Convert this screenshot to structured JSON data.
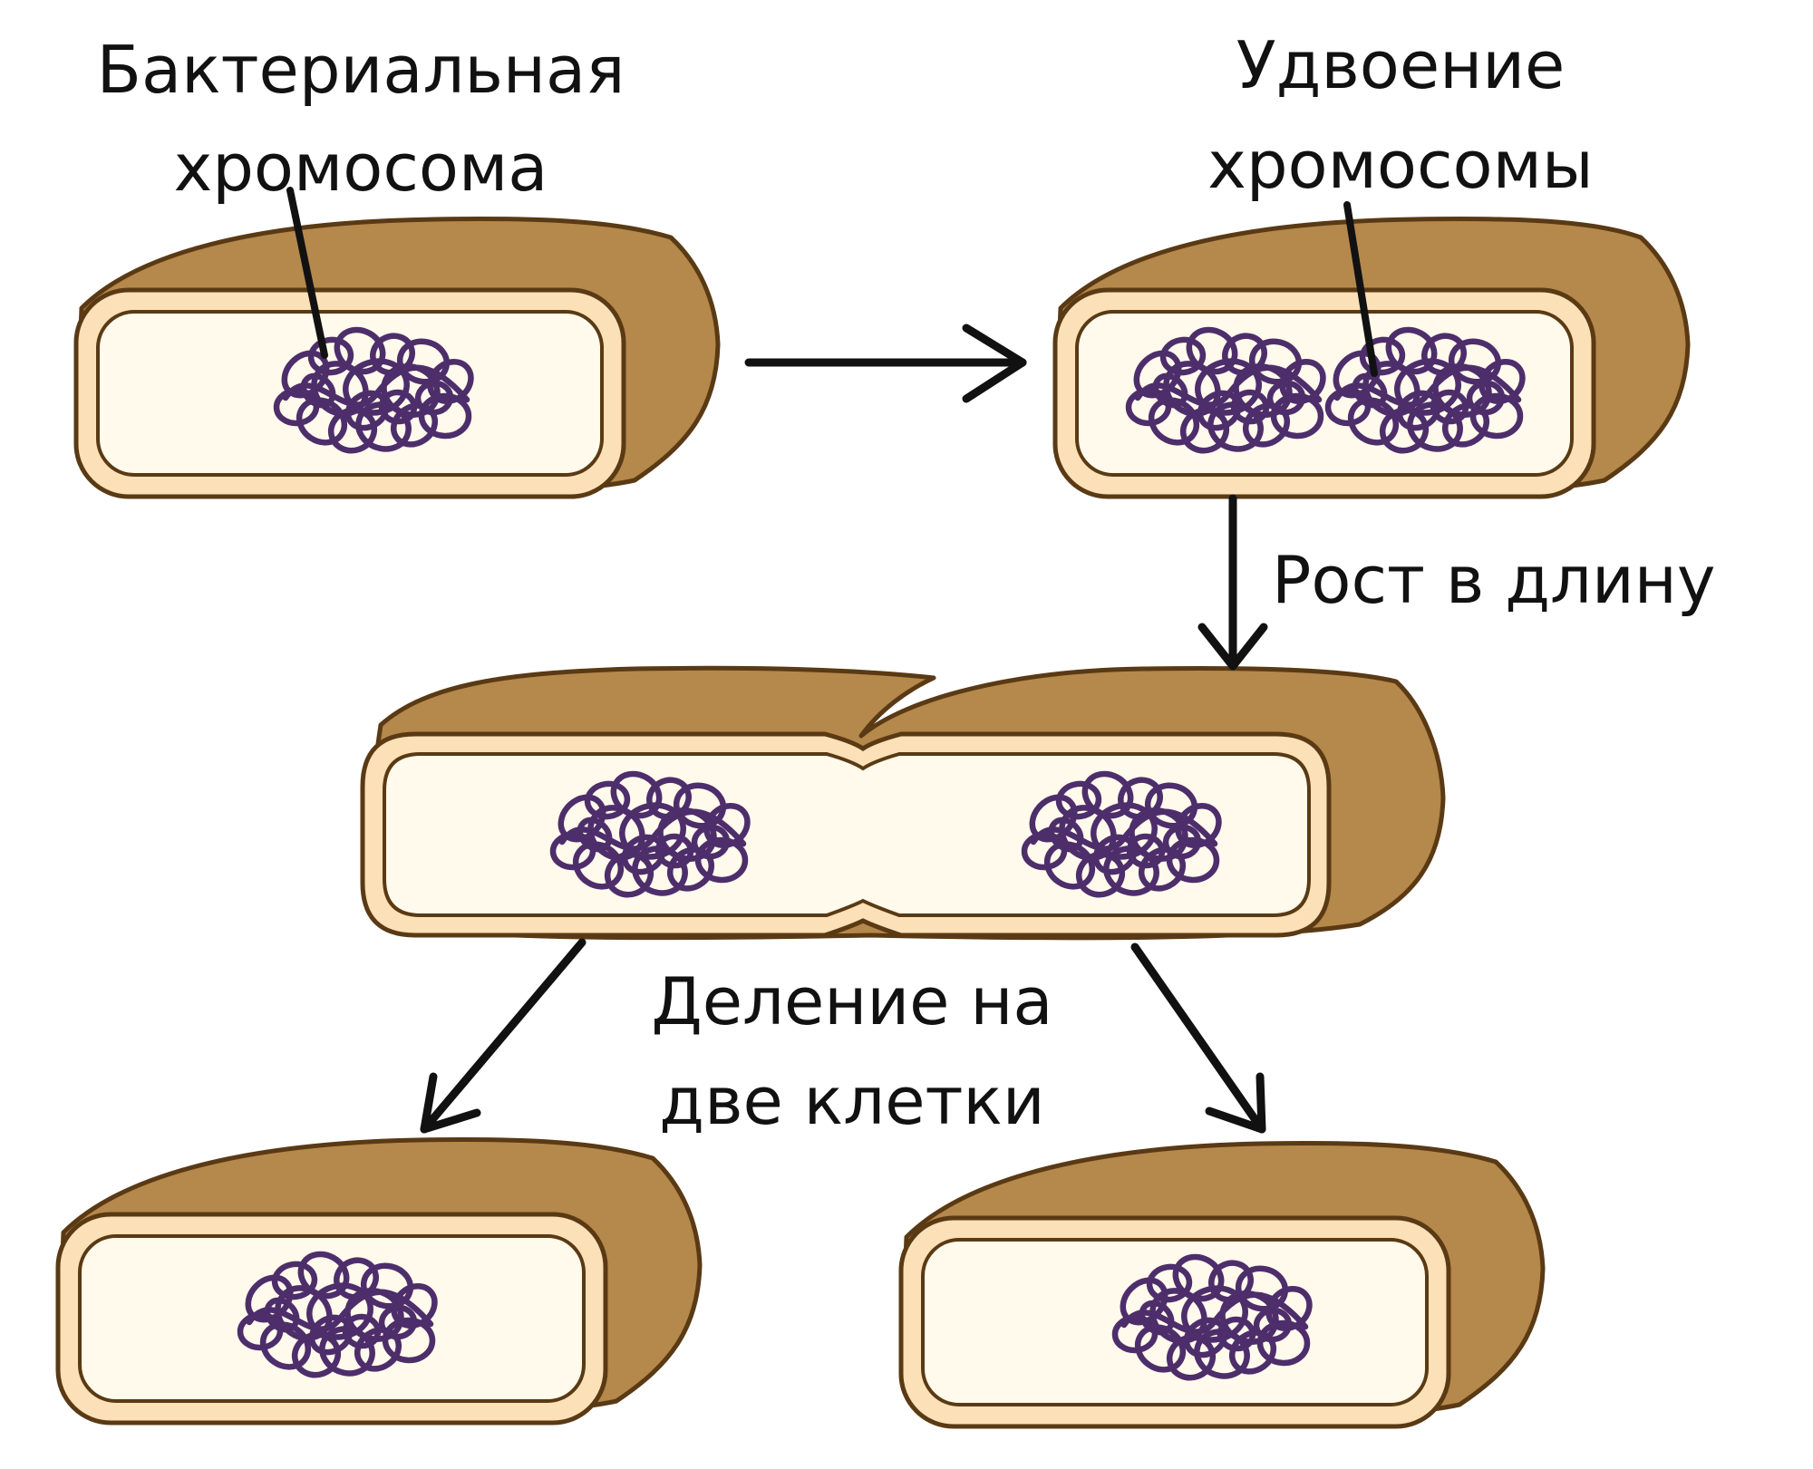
{
  "labels": {
    "chromosome": [
      "Бактериальная",
      "хромосома"
    ],
    "duplication": [
      "Удвоение",
      "хромосомы"
    ],
    "growth": "Рост в длину",
    "division": [
      "Деление на",
      "две клетки"
    ]
  },
  "colors": {
    "cell_side": "#b5884b",
    "cell_outline": "#5a3a14",
    "cell_rim": "#fbe0b8",
    "cytoplasm": "#fffaec",
    "chromosome": "#4d2e6b",
    "text": "#111111"
  }
}
